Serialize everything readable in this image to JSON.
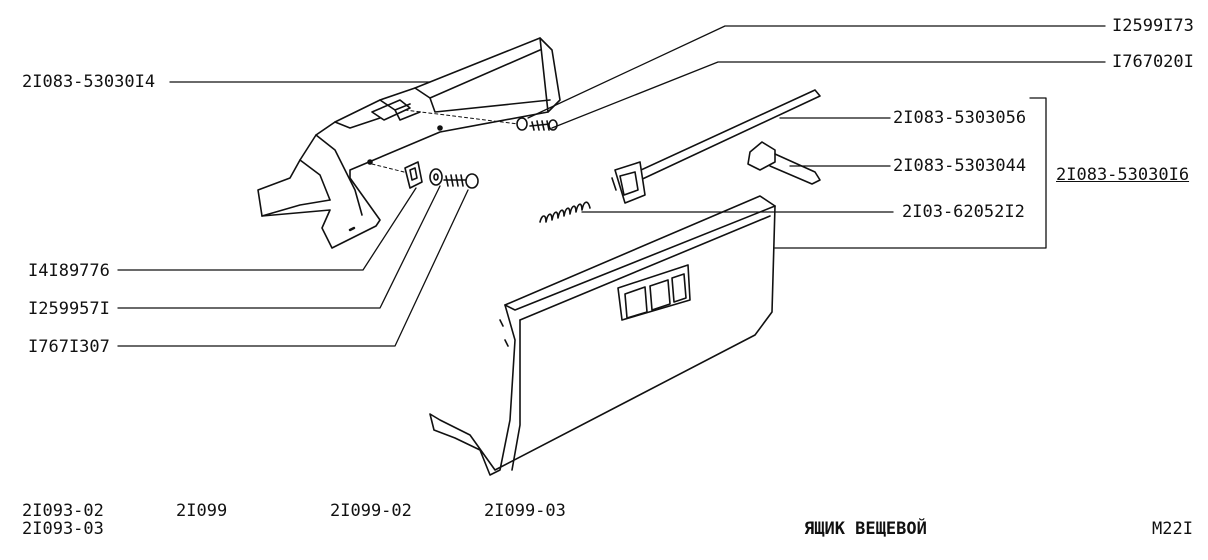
{
  "parts": {
    "left_top": "2I083-53030I4",
    "left_1": "I4I89776",
    "left_2": "I259957I",
    "left_3": "I767I307",
    "right_1": "I2599I73",
    "right_2": "I767020I",
    "right_3": "2I083-5303056",
    "right_4": "2I083-5303044",
    "right_5": "2I03-62052I2",
    "assembly": "2I083-53030I6"
  },
  "footer": {
    "model_1": "2I093-02",
    "model_2": "2I093-03",
    "model_3": "2I099",
    "model_4": "2I099-02",
    "model_5": "2I099-03",
    "title": "ЯЩИК ВЕЩЕВОЙ",
    "code": "M22I"
  },
  "colors": {
    "line": "#111111",
    "background": "#ffffff"
  }
}
